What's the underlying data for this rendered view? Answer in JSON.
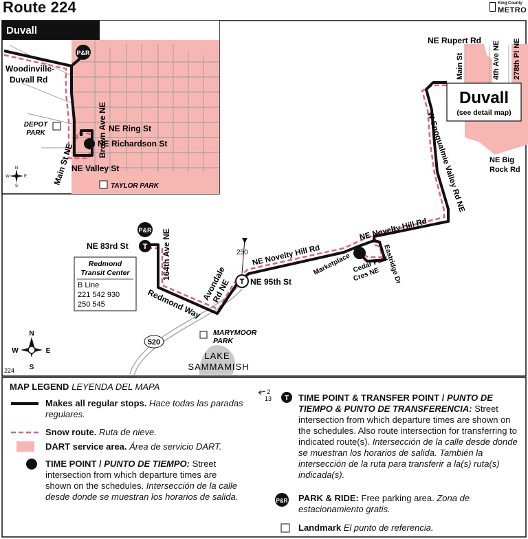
{
  "header": {
    "route_title": "Route 224",
    "agency_small": "King County",
    "agency_big": "METRO"
  },
  "colors": {
    "dart_area": "#f6b7b3",
    "route": "#111111",
    "snow_route": "#e0607a",
    "water": "#c9c9c9",
    "road": "#aaaaaa"
  },
  "inset": {
    "title": "Duvall",
    "labels": {
      "woodinville": "Woodinville-\nDuvall Rd",
      "depot_park": "DEPOT\nPARK",
      "main_st": "Main St NE",
      "brown_ave": "Brown Ave NE",
      "ring_st": "NE Ring St",
      "richardson_st": "NE Richardson St",
      "valley_st": "NE Valley St",
      "taylor_park": "TAYLOR PARK",
      "pr": "P&R"
    }
  },
  "map": {
    "labels": {
      "rupert_rd": "NE Rupert Rd",
      "main_st": "Main St",
      "fourth_ave": "4th Ave NE",
      "pl_278": "278th Pl NE",
      "duvall_box_title": "Duvall",
      "duvall_box_sub": "(see detail map)",
      "big_rock_rd": "NE Big\nRock Rd",
      "snoqualmie": "W Snoqualmie Valley Rd NE",
      "novelty_hill_1": "NE Novelty Hill Rd",
      "novelty_hill_2": "NE Novelty Hill Rd",
      "eastridge": "Eastridge Dr",
      "cedar_park": "Cedar Park\nCres NE",
      "marketplace": "Marketplace",
      "nr_250": "250",
      "ne_95th": "NE 95th St",
      "avondale": "Avondale\nRd NE",
      "redmond_way": "Redmond Way",
      "ne_83rd": "NE 83rd St",
      "ave_164": "164th Ave NE",
      "pr": "P&R",
      "rtc_title": "Redmond\nTransit Center",
      "rtc_routes": "B Line\n221  542  930\n250  545",
      "route_520": "520",
      "marymoor": "MARYMOOR\nPARK",
      "lake": "LAKE\nSAMMAMISH",
      "map_code": "224"
    }
  },
  "compass": {
    "n": "N",
    "s": "S",
    "e": "E",
    "w": "W"
  },
  "legend": {
    "heading": "MAP LEGEND",
    "heading_es": "LEYENDA DEL MAPA",
    "regular_bold": "Makes all regular stops.",
    "regular_es": "Hace todas las paradas regulares.",
    "snow_bold": "Snow route.",
    "snow_es": "Ruta de nieve.",
    "dart_bold": "DART service area.",
    "dart_es": "Área de servicio DART.",
    "tp_bold": "TIME POINT / ",
    "tp_bold_es": "PUNTO DE TIEMPO:",
    "tp_text": "Street intersection from which departure times are shown on the schedules.",
    "tp_es": "Intersección de la calle desde donde se muestran los horarios de salida.",
    "tt_bold": "TIME POINT & TRANSFER POINT / ",
    "tt_bold_es": "PUNTO DE TIEMPO & PUNTO DE TRANSFERENCIA:",
    "tt_text": "Street intersection from which departure times are shown on the schedules. Also route intersection for transferring to indicated route(s).",
    "tt_es": "Intersección de la calle desde donde se muestran los horarios de salida. También la intersección de la ruta para transferir a la(s) ruta(s) indicada(s).",
    "tt_sample_routes": "2\n13",
    "pr_bold": "PARK & RIDE:",
    "pr_text": "Free parking area.",
    "pr_es": "Zona de estacionamiento gratis.",
    "landmark_bold": "Landmark",
    "landmark_es": "El punto de referencia."
  }
}
